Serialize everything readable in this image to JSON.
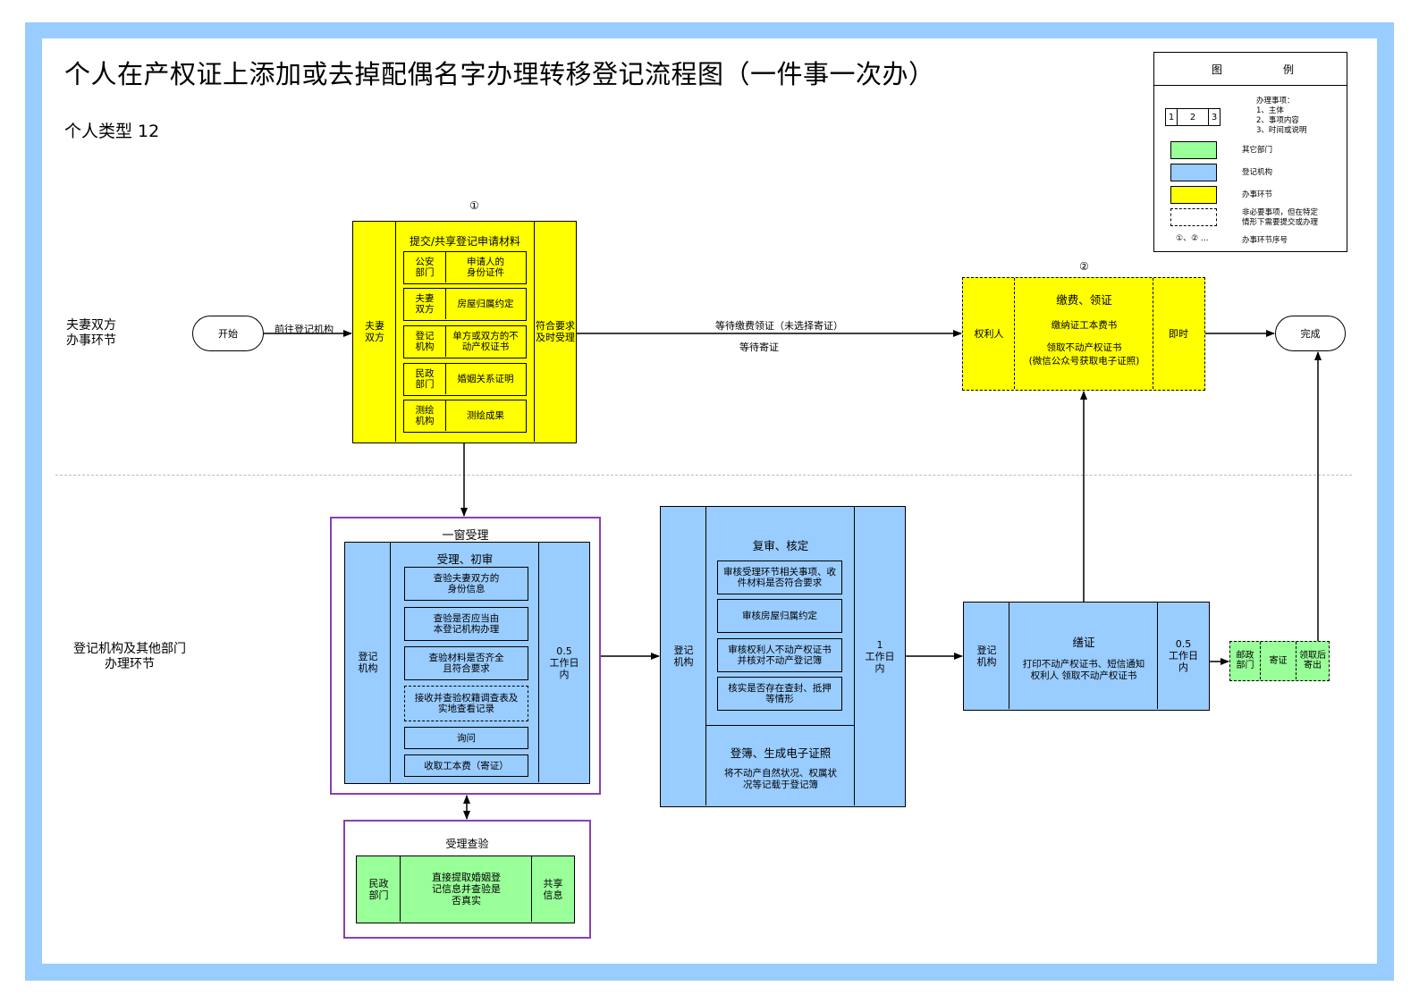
{
  "title": "个人在产权证上添加或去掉配偶名字办理转移登记流程图（一件事一次办）",
  "subtitle": "个人类型  12",
  "colors": {
    "frame": "#99ccff",
    "yellow": "#ffff00",
    "blue": "#99ccff",
    "green": "#99ff99",
    "purple": "#8a3fb0",
    "divider": "#bbbbbb"
  },
  "legend": {
    "header_left": "图",
    "header_right": "例",
    "box_parts": [
      "1",
      "2",
      "3"
    ],
    "box_desc": [
      "办理事项：",
      "1、主体",
      "2、事项内容",
      "3、时间或说明"
    ],
    "green_label": "其它部门",
    "blue_label": "登记机构",
    "yellow_label": "办事环节",
    "dashed_label": [
      "非必要事项，但在特定",
      "情形下需要提交或办理"
    ],
    "seq_symbol": "①、② ...",
    "seq_label": "办事环节序号"
  },
  "lanes": {
    "top": [
      "夫妻双方",
      "办事环节"
    ],
    "bottom": [
      "登记机构及其他部门",
      "办理环节"
    ]
  },
  "start": {
    "label": "开始",
    "edge_label": "前往登记机构"
  },
  "step1": {
    "seq": "①",
    "subject": [
      "夫妻",
      "双方"
    ],
    "heading": "提交/共享登记申请材料",
    "items": [
      {
        "dept": [
          "公安",
          "部门"
        ],
        "content": [
          "申请人的",
          "身份证件"
        ]
      },
      {
        "dept": [
          "夫妻",
          "双方"
        ],
        "content": [
          "房屋归属约定"
        ]
      },
      {
        "dept": [
          "登记",
          "机构"
        ],
        "content": [
          "单方或双方的不",
          "动产权证书"
        ]
      },
      {
        "dept": [
          "民政",
          "部门"
        ],
        "content": [
          "婚姻关系证明"
        ]
      },
      {
        "dept": [
          "测绘",
          "机构"
        ],
        "content": [
          "测绘成果"
        ]
      }
    ],
    "note": [
      "符合要求",
      "及时受理"
    ]
  },
  "edge_wait": {
    "above": "等待缴费领证（未选择寄证）",
    "below": "等待寄证"
  },
  "step2": {
    "seq": "②",
    "subject": "权利人",
    "heading": "缴费、领证",
    "line1": "缴纳证工本费书",
    "line2": "领取不动产权证书",
    "line3": "(微信公众号获取电子证照)",
    "time": "即时"
  },
  "end": {
    "label": "完成"
  },
  "window": {
    "title": "一窗受理",
    "subject": [
      "登记",
      "机构"
    ],
    "heading": "受理、初审",
    "items": [
      {
        "text": [
          "查验夫妻双方的",
          "身份信息"
        ],
        "dashed": false
      },
      {
        "text": [
          "查验是否应当由",
          "本登记机构办理"
        ],
        "dashed": false
      },
      {
        "text": [
          "查验材料是否齐全",
          "且符合要求"
        ],
        "dashed": false
      },
      {
        "text": [
          "接收并查验权籍调查表及",
          "实地查看记录"
        ],
        "dashed": true
      },
      {
        "text": [
          "询问"
        ],
        "dashed": false
      },
      {
        "text": [
          "收取工本费（寄证）"
        ],
        "dashed": false
      }
    ],
    "time": [
      "0.5",
      "工作日",
      "内"
    ]
  },
  "check": {
    "title": "受理查验",
    "subject": [
      "民政",
      "部门"
    ],
    "content": [
      "直接提取婚姻登",
      "记信息并查验是",
      "否真实"
    ],
    "note": [
      "共享",
      "信息"
    ]
  },
  "review": {
    "subject": [
      "登记",
      "机构"
    ],
    "heading": "复审、核定",
    "items": [
      [
        "审核受理环节相关事项、收",
        "件材料是否符合要求"
      ],
      [
        "审核房屋归属约定"
      ],
      [
        "审核权利人不动产权证书",
        "并核对不动产登记簿"
      ],
      [
        "核实是否存在查封、抵押",
        "等情形"
      ]
    ],
    "register_heading": "登簿、生成电子证照",
    "register_text": [
      "将不动产自然状况、权属状",
      "况等记载于登记簿"
    ],
    "time": [
      "1",
      "工作日",
      "内"
    ]
  },
  "issue": {
    "subject": [
      "登记",
      "机构"
    ],
    "heading": "缮证",
    "text": [
      "打印不动产权证书、短信通知",
      "权利人 领取不动产权证书"
    ],
    "time": [
      "0.5",
      "工作日",
      "内"
    ]
  },
  "mail": {
    "subject": [
      "邮政",
      "部门"
    ],
    "content": "寄证",
    "note": [
      "领取后",
      "寄出"
    ]
  }
}
